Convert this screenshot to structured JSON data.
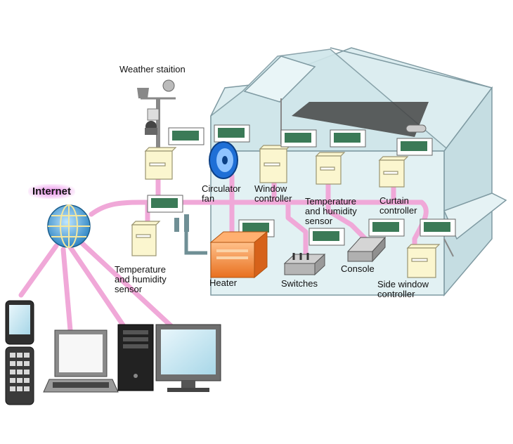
{
  "diagram": {
    "labels": {
      "weather_station": "Weather staition",
      "internet": "Internet",
      "circulator_fan": "Circulator\nfan",
      "window_controller": "Window\ncontroller",
      "temp_humidity_sensor_inside": "Temperature\nand humidity\nsensor",
      "curtain_controller": "Curtain\ncontroller",
      "temp_humidity_sensor_outside": "Temperature\nand humidity\nsensor",
      "heater": "Heater",
      "switches": "Switches",
      "console": "Console",
      "side_window_controller": "Side window\ncontroller"
    },
    "colors": {
      "network_line": "#f0a8d8",
      "greenhouse_fill": "#d6ecef",
      "greenhouse_stroke": "#7f9aa2",
      "controller_box": "#fbf6cf",
      "heater": "#f58a3a",
      "globe": "#4aa7d8",
      "fan": "#1f6fd6"
    }
  }
}
